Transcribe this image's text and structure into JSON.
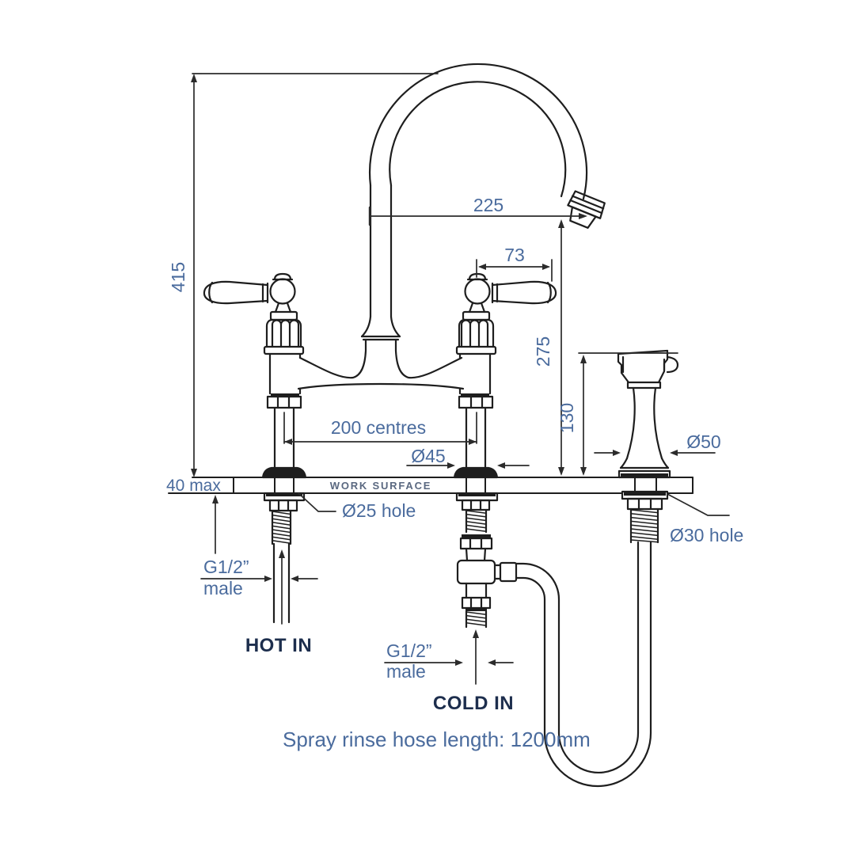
{
  "colors": {
    "line": "#1e1e1e",
    "dim_line": "#2b2b2b",
    "dim_text": "#4a6b9d",
    "flow_text": "#1d2e4d",
    "surface_text": "#5a6880",
    "background": "#ffffff"
  },
  "labels": {
    "height_overall": "415",
    "spout_reach": "225",
    "handle_length": "73",
    "spout_clearance": "275",
    "spray_height": "130",
    "tap_centres": "200 centres",
    "base_diameter": "Ø45",
    "spray_base_diameter": "Ø50",
    "surface_thickness": "40 max",
    "work_surface": "WORK SURFACE",
    "hole_main": "Ø25 hole",
    "hole_spray": "Ø30 hole",
    "hot_thread": "G1/2”",
    "hot_thread_gender": "male",
    "hot_in": "HOT IN",
    "cold_thread": "G1/2”",
    "cold_thread_gender": "male",
    "cold_in": "COLD IN",
    "hose_note": "Spray rinse hose length: 1200mm"
  }
}
